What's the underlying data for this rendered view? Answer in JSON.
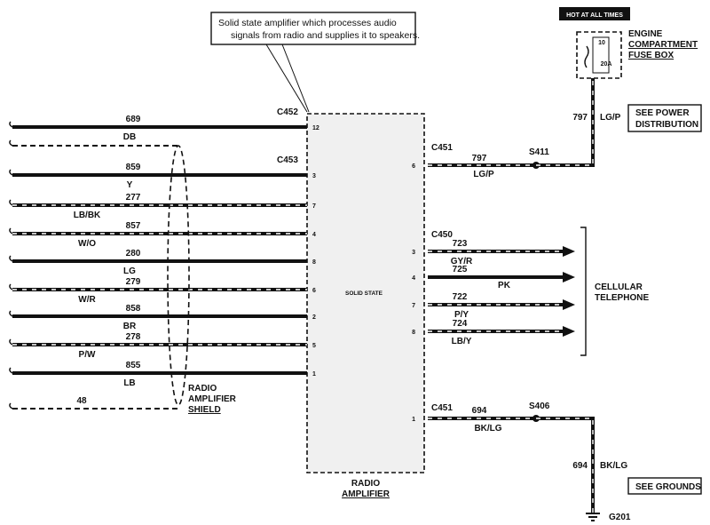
{
  "callout": {
    "line1": "Solid state amplifier which processes audio",
    "line2": "signals from radio and supplies it to speakers."
  },
  "fuse": {
    "hot_label": "HOT AT ALL TIMES",
    "name_lines": [
      "ENGINE",
      "COMPARTMENT",
      "FUSE BOX"
    ],
    "number": "10",
    "rating": "20A"
  },
  "amplifier": {
    "inner_label": "SOLID STATE",
    "name_lines": [
      "RADIO",
      "AMPLIFIER"
    ]
  },
  "shield": {
    "name_lines": [
      "RADIO",
      "AMPLIFIER",
      "SHIELD"
    ]
  },
  "connectors": {
    "c452": "C452",
    "c453": "C453",
    "c451_top": "C451",
    "c450": "C450",
    "c451_bottom": "C451"
  },
  "splices": {
    "s411": "S411",
    "s406": "S406"
  },
  "left_wires": [
    {
      "circuit": "689",
      "color": "DB",
      "pin": "12",
      "striped": false,
      "dashed": false
    },
    {
      "circuit": "",
      "color": "",
      "pin": "",
      "striped": false,
      "dashed": true
    },
    {
      "circuit": "859",
      "color": "Y",
      "pin": "3",
      "striped": false,
      "dashed": false
    },
    {
      "circuit": "277",
      "color": "LB/BK",
      "pin": "7",
      "striped": true,
      "dashed": false
    },
    {
      "circuit": "857",
      "color": "W/O",
      "pin": "4",
      "striped": true,
      "dashed": false
    },
    {
      "circuit": "280",
      "color": "LG",
      "pin": "8",
      "striped": false,
      "dashed": false
    },
    {
      "circuit": "279",
      "color": "W/R",
      "pin": "6",
      "striped": true,
      "dashed": false
    },
    {
      "circuit": "858",
      "color": "BR",
      "pin": "2",
      "striped": false,
      "dashed": false
    },
    {
      "circuit": "278",
      "color": "P/W",
      "pin": "5",
      "striped": true,
      "dashed": false
    },
    {
      "circuit": "855",
      "color": "LB",
      "pin": "1",
      "striped": false,
      "dashed": false
    },
    {
      "circuit": "48",
      "color": "",
      "pin": "",
      "striped": false,
      "dashed": true
    }
  ],
  "power": {
    "pin": "6",
    "circuit": "797",
    "color": "LG/P",
    "vertical_circuit": "797",
    "vertical_color": "LG/P",
    "ref": [
      "SEE POWER",
      "DISTRIBUTION"
    ]
  },
  "cellular": {
    "label_lines": [
      "CELLULAR",
      "TELEPHONE"
    ],
    "wires": [
      {
        "pin": "3",
        "circuit": "723",
        "color": "GY/R",
        "striped": true
      },
      {
        "pin": "4",
        "circuit": "725",
        "color": "PK",
        "striped": false
      },
      {
        "pin": "7",
        "circuit": "722",
        "color": "P/Y",
        "striped": true
      },
      {
        "pin": "8",
        "circuit": "724",
        "color": "LB/Y",
        "striped": true
      }
    ]
  },
  "ground": {
    "pin": "1",
    "circuit": "694",
    "color": "BK/LG",
    "vertical_circuit": "694",
    "vertical_color": "BK/LG",
    "ref": "SEE GROUNDS",
    "point": "G201"
  }
}
